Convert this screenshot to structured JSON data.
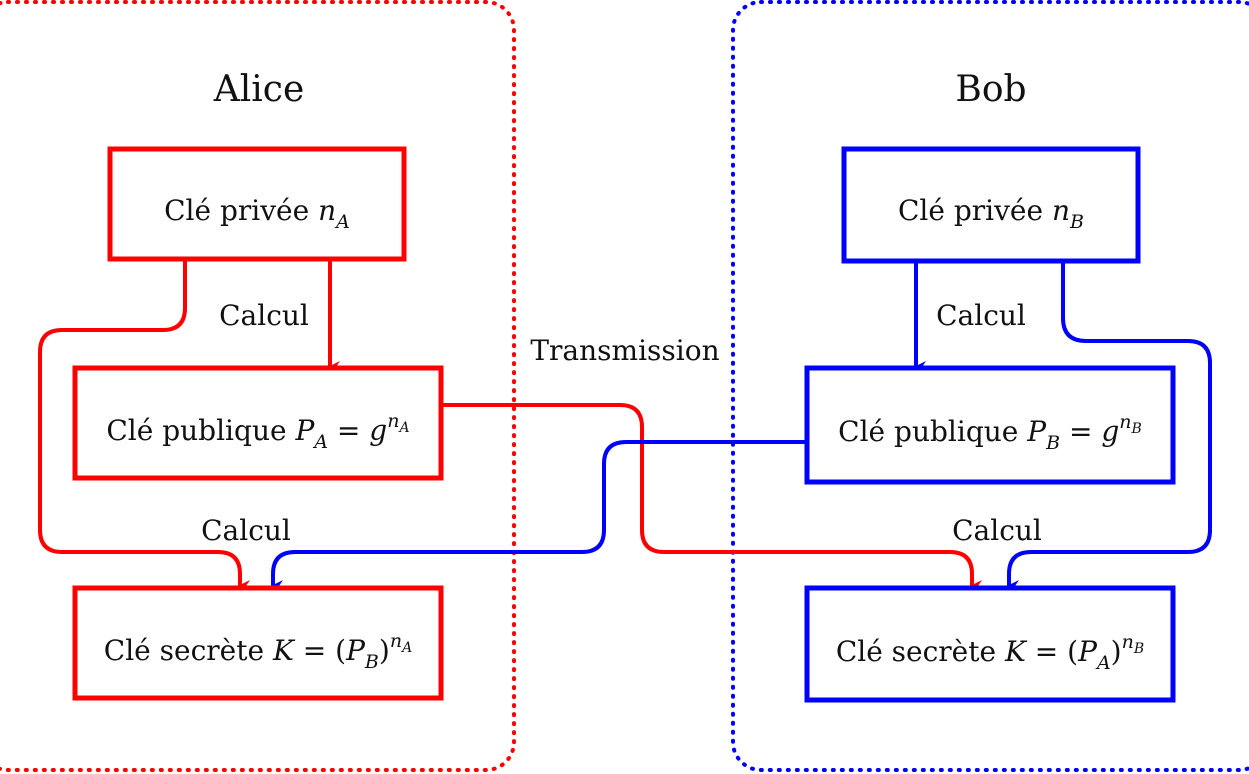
{
  "colors": {
    "alice": "#ff0000",
    "bob": "#0000ff",
    "text": "#111111"
  },
  "alice": {
    "title": "Alice",
    "private_key": {
      "prefix": "Clé privée ",
      "var": "n",
      "sub": "A"
    },
    "public_key": {
      "prefix": "Clé publique ",
      "var": "P",
      "sub": "A",
      "eq": " = ",
      "base": "g",
      "exp_var": "n",
      "exp_sub": "A"
    },
    "secret_key": {
      "prefix": "Clé secrète ",
      "var": "K",
      "eq": " = (",
      "inner_var": "P",
      "inner_sub": "B",
      "close": ")",
      "exp_var": "n",
      "exp_sub": "A"
    },
    "calc_label_1": "Calcul",
    "calc_label_2": "Calcul"
  },
  "bob": {
    "title": "Bob",
    "private_key": {
      "prefix": "Clé privée ",
      "var": "n",
      "sub": "B"
    },
    "public_key": {
      "prefix": "Clé publique ",
      "var": "P",
      "sub": "B",
      "eq": " = ",
      "base": "g",
      "exp_var": "n",
      "exp_sub": "B"
    },
    "secret_key": {
      "prefix": "Clé secrète ",
      "var": "K",
      "eq": " = (",
      "inner_var": "P",
      "inner_sub": "A",
      "close": ")",
      "exp_var": "n",
      "exp_sub": "B"
    },
    "calc_label_1": "Calcul",
    "calc_label_2": "Calcul"
  },
  "transmission_label": "Transmission"
}
